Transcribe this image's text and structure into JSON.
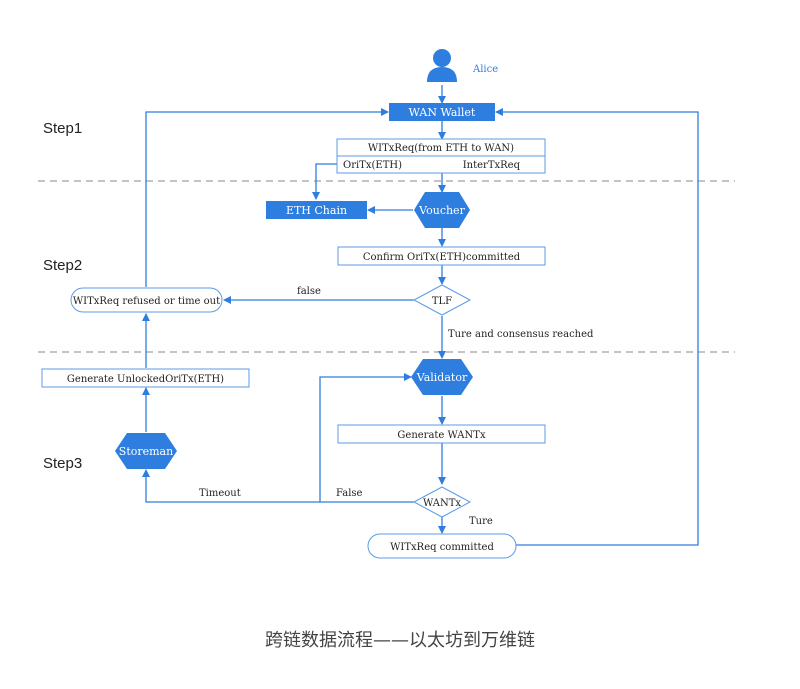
{
  "actor": {
    "name": "Alice"
  },
  "steps": [
    "Step1",
    "Step2",
    "Step3"
  ],
  "nodes": {
    "wan_wallet": "WAN Wallet",
    "witxreq": "WITxReq(from ETH to WAN)",
    "oritx": "OriTx(ETH)",
    "intertxreq": "InterTxReq",
    "eth_chain": "ETH Chain",
    "voucher": "Voucher",
    "confirm": "Confirm OriTx(ETH)committed",
    "tlf": "TLF",
    "refused": "WITxReq refused or time out",
    "gen_unlocked": "Generate UnlockedOriTx(ETH)",
    "validator": "Validator",
    "gen_wantx": "Generate WANTx",
    "storeman": "Storeman",
    "wantx": "WANTx",
    "committed": "WITxReq committed"
  },
  "edge_labels": {
    "false": "false",
    "ture": "Ture and consensus reached",
    "timeout": "Timeout",
    "false2": "False",
    "ture2": "Ture"
  },
  "colors": {
    "blue": "#2e7ee0",
    "line": "#2e7ee0",
    "box_border": "#5b9be6",
    "dash": "#b0b0b0"
  },
  "caption": "跨链数据流程——以太坊到万维链"
}
